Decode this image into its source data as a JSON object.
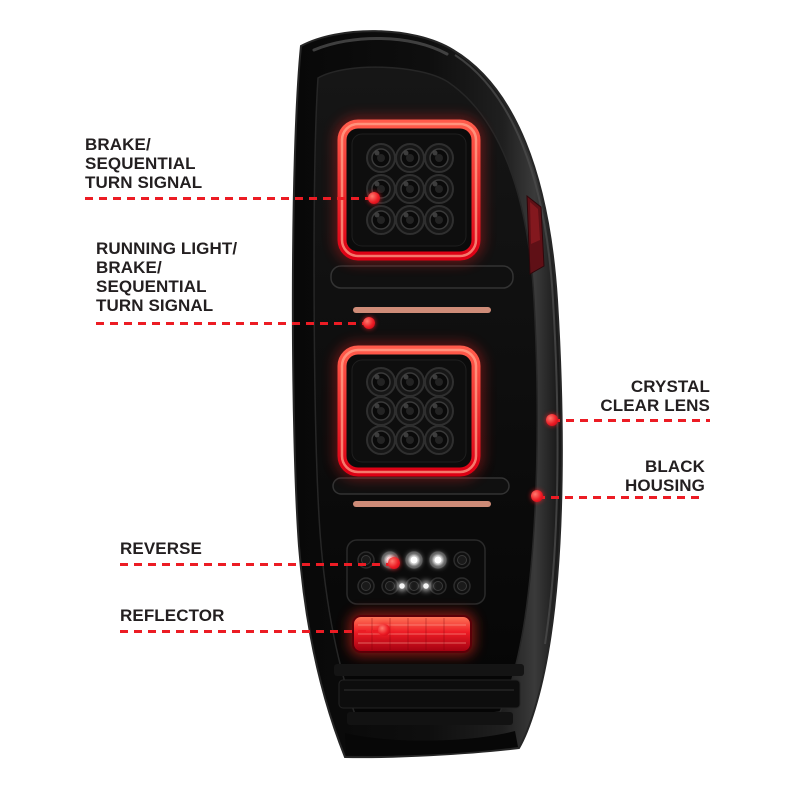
{
  "page": {
    "background_color": "#ffffff"
  },
  "style": {
    "accent_red": "#ec1c24",
    "label_color": "#231f20",
    "tube_red": "#e8101f",
    "housing_black": "#0b0b0b"
  },
  "diagram": {
    "subject": "LED tail light with feature callouts",
    "callouts": {
      "brake": {
        "label": "BRAKE/\nSEQUENTIAL\nTURN SIGNAL",
        "side": "left",
        "points_to": "upper LED cluster"
      },
      "running_light": {
        "label": "RUNNING LIGHT/\nBRAKE/\nSEQUENTIAL\nTURN SIGNAL",
        "side": "left",
        "points_to": "upper red light bar"
      },
      "crystal_lens": {
        "label": "CRYSTAL\nCLEAR LENS",
        "side": "right",
        "points_to": "lens right edge"
      },
      "black_housing": {
        "label": "BLACK\nHOUSING",
        "side": "right",
        "points_to": "housing right edge"
      },
      "reverse": {
        "label": "REVERSE",
        "side": "left",
        "points_to": "reverse light LEDs"
      },
      "reflector": {
        "label": "REFLECTOR",
        "side": "left",
        "points_to": "red reflector bar"
      }
    }
  }
}
